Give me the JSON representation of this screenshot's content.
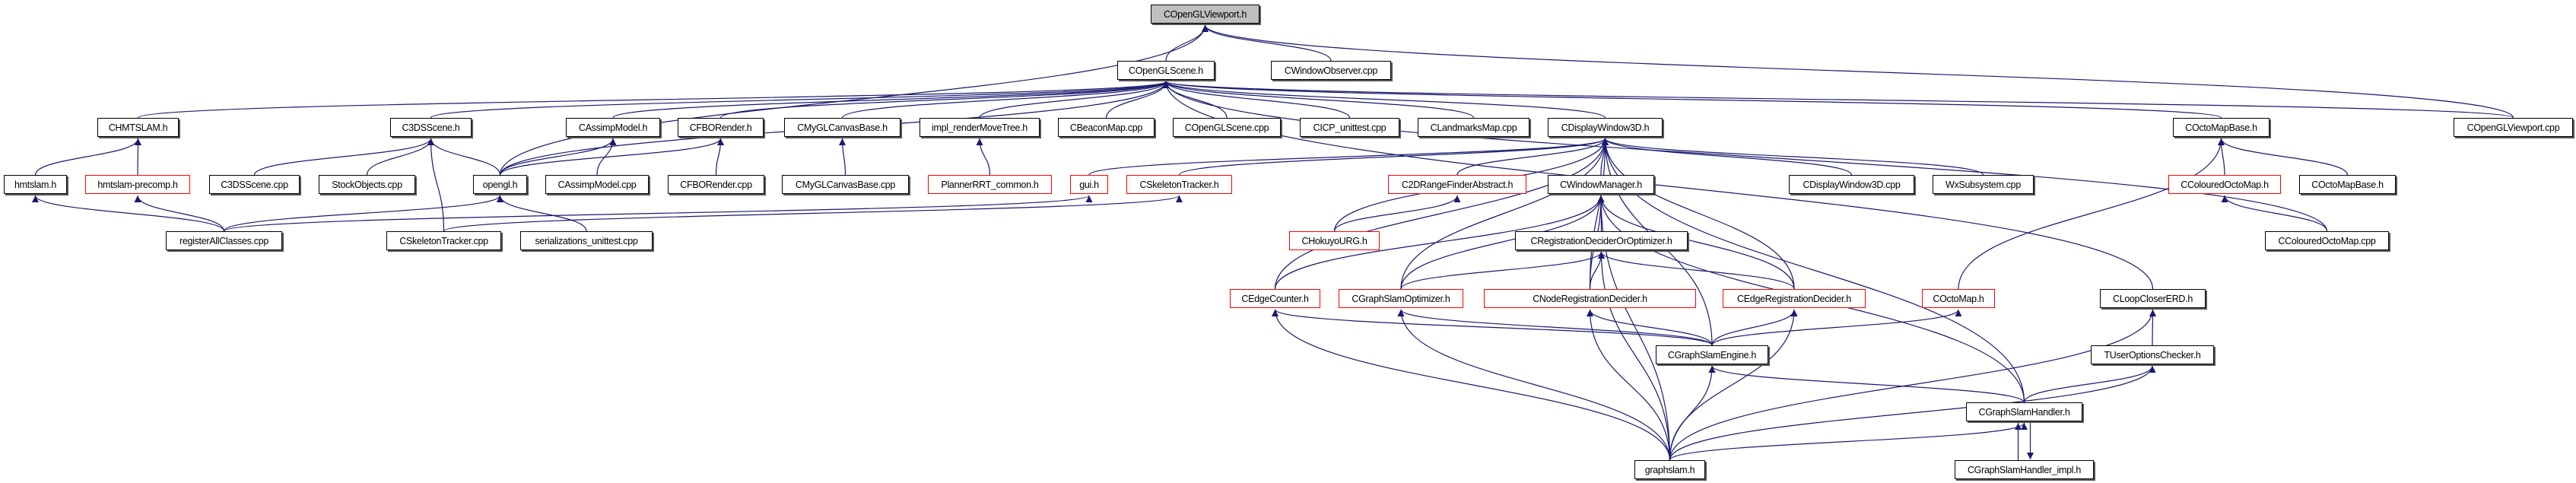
{
  "colors": {
    "edge": "#191970",
    "node_border": "#000000",
    "incomplete_border": "#ff0000",
    "root_fill": "#bfbfbf"
  },
  "nodes": [
    {
      "label": "COpenGLViewport.h",
      "root": true
    },
    {
      "label": "COpenGLScene.h"
    },
    {
      "label": "CWindowObserver.cpp"
    },
    {
      "label": "CHMTSLAM.h"
    },
    {
      "label": "C3DSScene.h"
    },
    {
      "label": "CAssimpModel.h"
    },
    {
      "label": "CFBORender.h"
    },
    {
      "label": "CMyGLCanvasBase.h"
    },
    {
      "label": "impl_renderMoveTree.h"
    },
    {
      "label": "CBeaconMap.cpp"
    },
    {
      "label": "COpenGLScene.cpp"
    },
    {
      "label": "CICP_unittest.cpp"
    },
    {
      "label": "CLandmarksMap.cpp"
    },
    {
      "label": "CDisplayWindow3D.h"
    },
    {
      "label": "COctoMapBase.h"
    },
    {
      "label": "COpenGLViewport.cpp"
    },
    {
      "label": "hmtslam.h"
    },
    {
      "label": "hmtslam-precomp.h",
      "red": true
    },
    {
      "label": "C3DSScene.cpp"
    },
    {
      "label": "StockObjects.cpp"
    },
    {
      "label": "opengl.h"
    },
    {
      "label": "CAssimpModel.cpp"
    },
    {
      "label": "CFBORender.cpp"
    },
    {
      "label": "CMyGLCanvasBase.cpp"
    },
    {
      "label": "PlannerRRT_common.h",
      "red": true
    },
    {
      "label": "gui.h",
      "red": true
    },
    {
      "label": "CSkeletonTracker.h",
      "red": true
    },
    {
      "label": "C2DRangeFinderAbstract.h",
      "red": true
    },
    {
      "label": "CWindowManager.h"
    },
    {
      "label": "CDisplayWindow3D.cpp"
    },
    {
      "label": "WxSubsystem.cpp"
    },
    {
      "label": "CColouredOctoMap.h",
      "red": true
    },
    {
      "label": "COctoMapBase.h"
    },
    {
      "label": "registerAllClasses.cpp"
    },
    {
      "label": "CSkeletonTracker.cpp"
    },
    {
      "label": "serializations_unittest.cpp"
    },
    {
      "label": "CHokuyoURG.h",
      "red": true
    },
    {
      "label": "CRegistrationDeciderOrOptimizer.h"
    },
    {
      "label": "CColouredOctoMap.cpp"
    },
    {
      "label": "CEdgeCounter.h",
      "red": true
    },
    {
      "label": "CGraphSlamOptimizer.h",
      "red": true
    },
    {
      "label": "CNodeRegistrationDecider.h",
      "red": true
    },
    {
      "label": "CEdgeRegistrationDecider.h",
      "red": true
    },
    {
      "label": "COctoMap.h",
      "red": true
    },
    {
      "label": "CLoopCloserERD.h"
    },
    {
      "label": "CGraphSlamEngine.h"
    },
    {
      "label": "TUserOptionsChecker.h"
    },
    {
      "label": "CGraphSlamHandler.h"
    },
    {
      "label": "graphslam.h"
    },
    {
      "label": "CGraphSlamHandler_impl.h"
    }
  ],
  "edges": [
    [
      1,
      0
    ],
    [
      2,
      0
    ],
    [
      20,
      0
    ],
    [
      15,
      0
    ],
    [
      3,
      1
    ],
    [
      4,
      1
    ],
    [
      5,
      1
    ],
    [
      6,
      1
    ],
    [
      7,
      1
    ],
    [
      8,
      1
    ],
    [
      9,
      1
    ],
    [
      10,
      1
    ],
    [
      11,
      1
    ],
    [
      12,
      1
    ],
    [
      13,
      1
    ],
    [
      20,
      1
    ],
    [
      14,
      1
    ],
    [
      15,
      1
    ],
    [
      38,
      1
    ],
    [
      44,
      1
    ],
    [
      16,
      3
    ],
    [
      17,
      3
    ],
    [
      18,
      4
    ],
    [
      19,
      4
    ],
    [
      20,
      4
    ],
    [
      34,
      4
    ],
    [
      20,
      5
    ],
    [
      21,
      5
    ],
    [
      20,
      6
    ],
    [
      22,
      6
    ],
    [
      23,
      7
    ],
    [
      24,
      8
    ],
    [
      33,
      16
    ],
    [
      33,
      17
    ],
    [
      33,
      20
    ],
    [
      33,
      25
    ],
    [
      34,
      26
    ],
    [
      35,
      20
    ],
    [
      25,
      13
    ],
    [
      26,
      13
    ],
    [
      27,
      13
    ],
    [
      28,
      13
    ],
    [
      29,
      13
    ],
    [
      30,
      13
    ],
    [
      36,
      13
    ],
    [
      39,
      13
    ],
    [
      40,
      13
    ],
    [
      41,
      13
    ],
    [
      42,
      13
    ],
    [
      45,
      13
    ],
    [
      47,
      13
    ],
    [
      36,
      27
    ],
    [
      37,
      28
    ],
    [
      39,
      28
    ],
    [
      40,
      28
    ],
    [
      41,
      28
    ],
    [
      42,
      28
    ],
    [
      48,
      28
    ],
    [
      47,
      28
    ],
    [
      40,
      37
    ],
    [
      41,
      37
    ],
    [
      42,
      37
    ],
    [
      48,
      37
    ],
    [
      45,
      39
    ],
    [
      45,
      40
    ],
    [
      45,
      41
    ],
    [
      45,
      42
    ],
    [
      45,
      43
    ],
    [
      48,
      39
    ],
    [
      48,
      40
    ],
    [
      48,
      41
    ],
    [
      48,
      42
    ],
    [
      48,
      45
    ],
    [
      48,
      47
    ],
    [
      48,
      44
    ],
    [
      48,
      46
    ],
    [
      43,
      14
    ],
    [
      31,
      14
    ],
    [
      32,
      14
    ],
    [
      38,
      31
    ],
    [
      47,
      45
    ],
    [
      47,
      46
    ],
    [
      49,
      47
    ],
    [
      47,
      49
    ],
    [
      46,
      44
    ]
  ]
}
